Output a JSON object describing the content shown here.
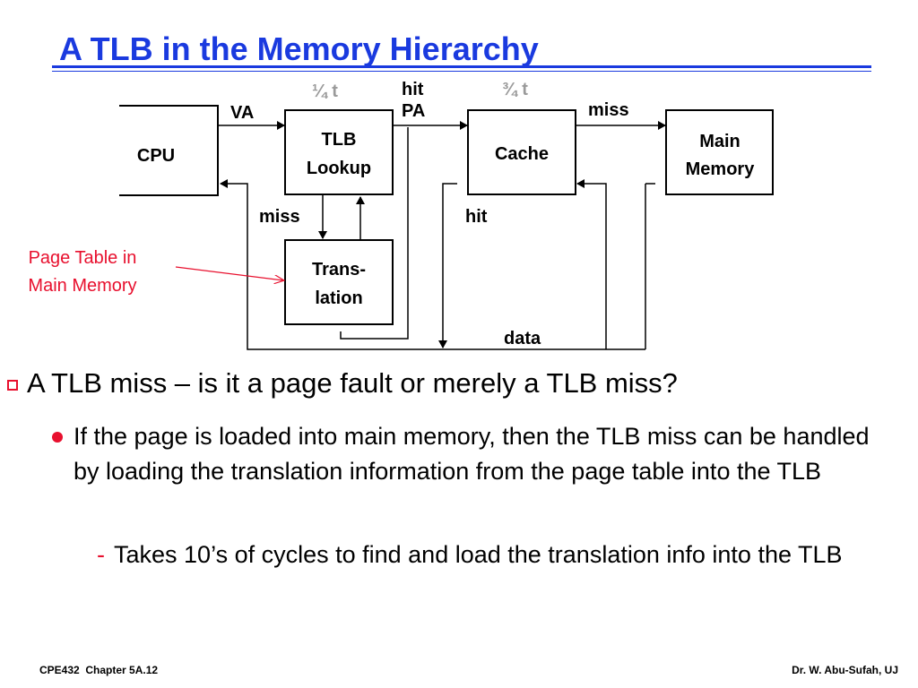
{
  "slide": {
    "title": "A TLB in the Memory Hierarchy"
  },
  "diagram": {
    "cpu_label": "CPU",
    "va_label": "VA",
    "tlb_line1": "TLB",
    "tlb_line2": "Lookup",
    "hit_label_top": "hit",
    "pa_label": "PA",
    "cache_label": "Cache",
    "miss_label_top": "miss",
    "main_memory_line1": "Main",
    "main_memory_line2": "Memory",
    "miss_label_tlb": "miss",
    "hit_label_cache": "hit",
    "translation_line1": "Trans-",
    "translation_line2": "lation",
    "data_label": "data",
    "quarter_t": "¼  t",
    "three_quarter_t": "¾ t",
    "page_table_note_line1": "Page Table in",
    "page_table_note_line2": "Main Memory",
    "colors": {
      "text": "#000000",
      "annotation": "#e8102e",
      "fraction": "#9a9a9a",
      "title": "#1a3adf"
    }
  },
  "bullets": {
    "level1": "A TLB miss – is it a page fault or merely a TLB miss?",
    "level2": "If the page is loaded into main memory, then the TLB miss can be handled by loading the translation information from the page table into the TLB",
    "level3_marker": "-",
    "level3": "Takes 10’s of cycles to find and load the translation info into the TLB"
  },
  "footer": {
    "left": "CPE432  Chapter 5A.12",
    "right": "Dr. W. Abu-Sufah, UJ"
  }
}
